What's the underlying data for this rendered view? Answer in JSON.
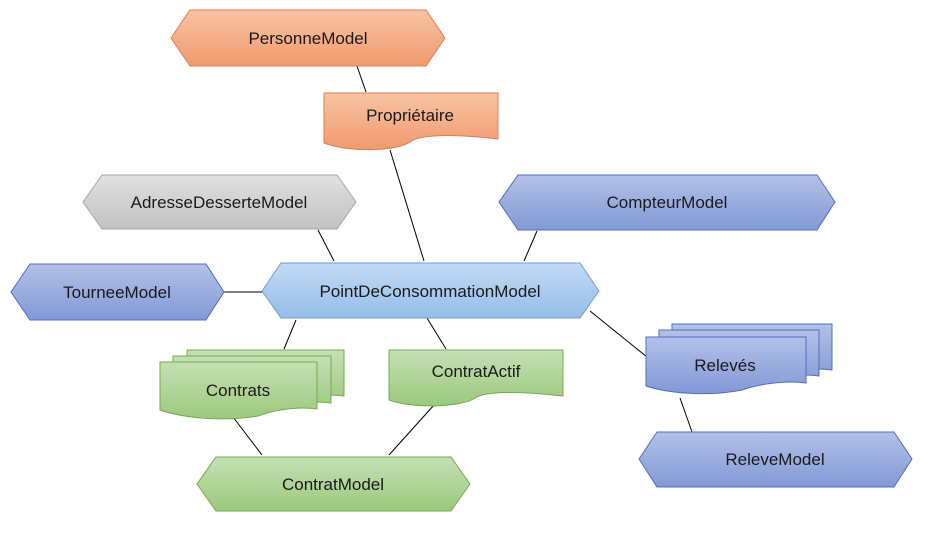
{
  "nodes": {
    "personne_model": "PersonneModel",
    "proprietaire": "Propriétaire",
    "adresse_desserte_model": "AdresseDesserteModel",
    "compteur_model": "CompteurModel",
    "tournee_model": "TourneeModel",
    "point_de_consommation_model": "PointDeConsommationModel",
    "contrats": "Contrats",
    "contrat_actif": "ContratActif",
    "releves": "Relevés",
    "contrat_model": "ContratModel",
    "releve_model": "ReleveModel"
  },
  "colors": {
    "orange_fill": "#f4b183",
    "orange_stroke": "#e07b4f",
    "gray_fill": "#d0d0d0",
    "gray_stroke": "#a6a6a6",
    "blue_fill": "#9aaee0",
    "blue_stroke": "#4f6fc0",
    "lightblue_fill": "#a9c9ee",
    "lightblue_stroke": "#6f9ed8",
    "green_fill": "#a9d18e",
    "green_stroke": "#70ad47"
  }
}
